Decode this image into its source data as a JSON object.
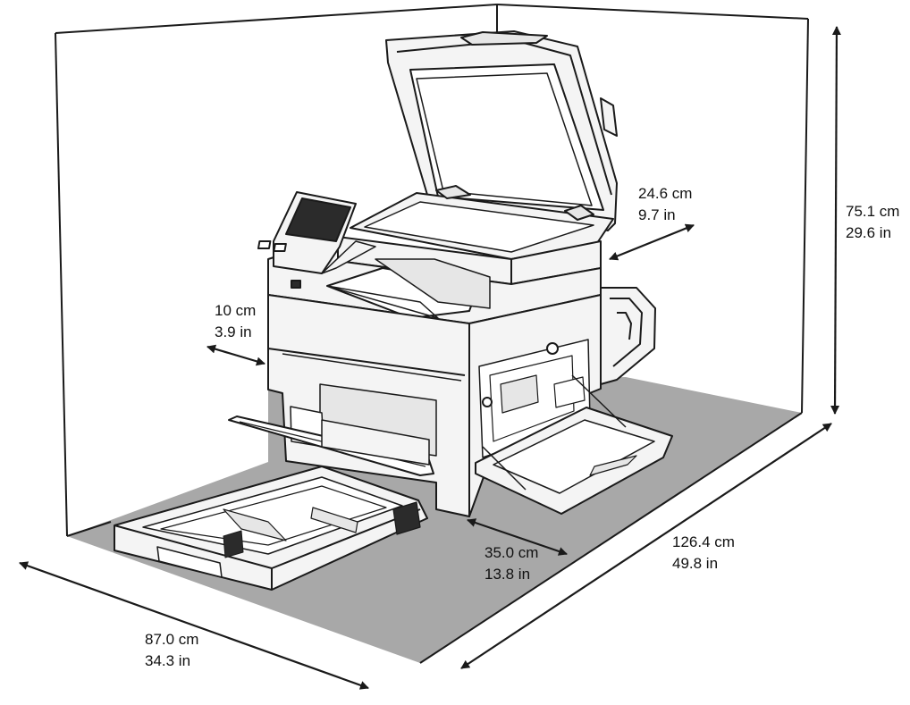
{
  "colors": {
    "floor": "#a8a8a8",
    "line": "#1a1a1a",
    "panel": "#f4f4f4",
    "screen": "#2b2b2b"
  },
  "dimensions": {
    "left_clearance": {
      "cm": "10 cm",
      "in": "3.9 in"
    },
    "rear_clearance": {
      "cm": "24.6 cm",
      "in": "9.7 in"
    },
    "height": {
      "cm": "75.1 cm",
      "in": "29.6 in"
    },
    "front_clearance": {
      "cm": "35.0 cm",
      "in": "13.8 in"
    },
    "total_depth": {
      "cm": "126.4 cm",
      "in": "49.8 in"
    },
    "total_width": {
      "cm": "87.0 cm",
      "in": "34.3 in"
    }
  }
}
